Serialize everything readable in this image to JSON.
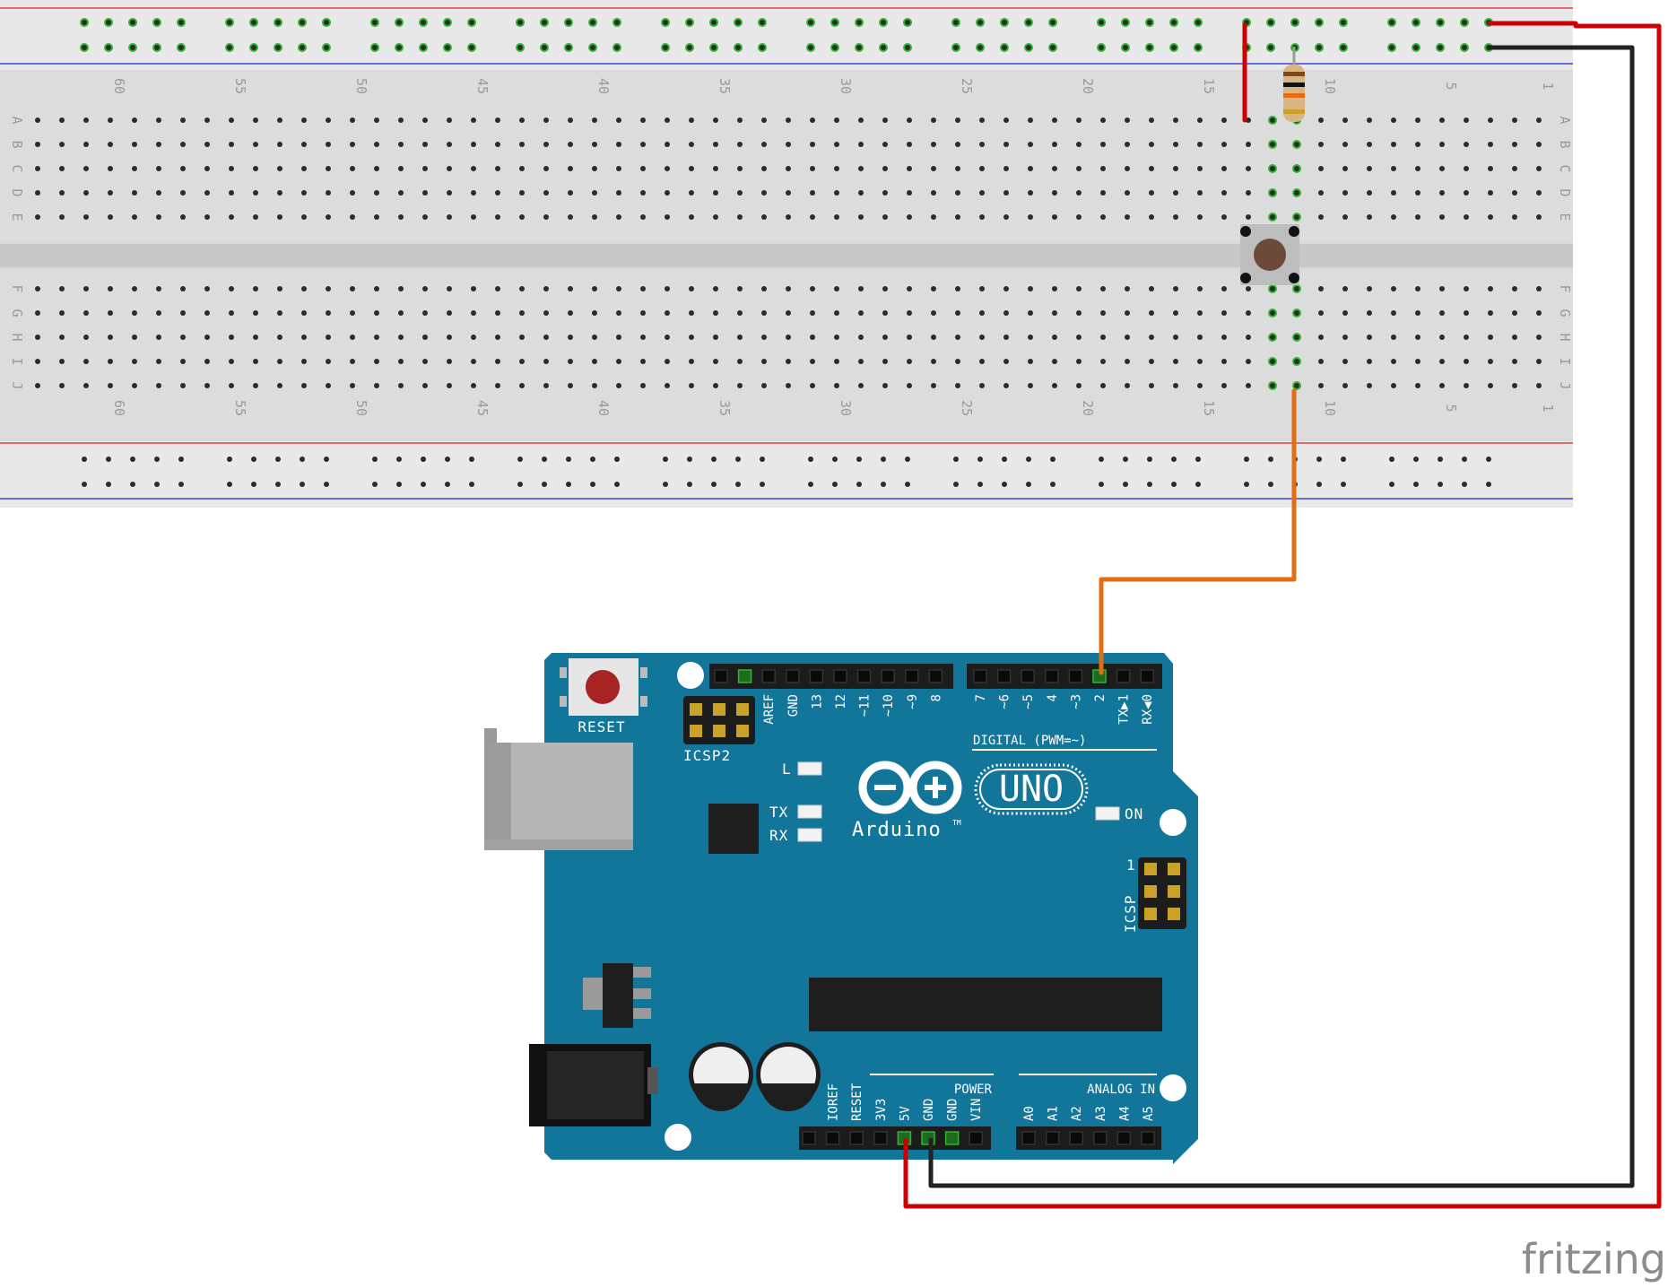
{
  "breadboard": {
    "column_numbers": [
      "60",
      "55",
      "50",
      "45",
      "40",
      "35",
      "30",
      "25",
      "20",
      "15",
      "10",
      "5",
      "1"
    ],
    "row_letters_top": [
      "A",
      "B",
      "C",
      "D",
      "E"
    ],
    "row_letters_bottom": [
      "F",
      "G",
      "H",
      "I",
      "J"
    ]
  },
  "arduino": {
    "reset_label": "RESET",
    "icsp2_label": "ICSP2",
    "icsp_label": "ICSP",
    "icsp_pin1": "1",
    "brand": "Arduino",
    "model": "UNO",
    "tm": "TM",
    "led_l": "L",
    "led_tx": "TX",
    "led_rx": "RX",
    "led_on": "ON",
    "digital_label": "DIGITAL (PWM=~)",
    "power_label": "POWER",
    "analog_label": "ANALOG IN",
    "digital_pins": [
      "AREF",
      "GND",
      "13",
      "12",
      "~11",
      "~10",
      "~9",
      "8",
      "7",
      "~6",
      "~5",
      "4",
      "~3",
      "2",
      "TX▶1",
      "RX◀0"
    ],
    "power_pins": [
      "IOREF",
      "RESET",
      "3V3",
      "5V",
      "GND",
      "GND",
      "VIN"
    ],
    "analog_pins": [
      "A0",
      "A1",
      "A2",
      "A3",
      "A4",
      "A5"
    ]
  },
  "colors": {
    "board_blue": "#12769b",
    "wire_red": "#cc0000",
    "wire_black": "#222222",
    "wire_orange": "#e36d13",
    "active_green": "#2fb52f"
  },
  "watermark": "fritzing"
}
